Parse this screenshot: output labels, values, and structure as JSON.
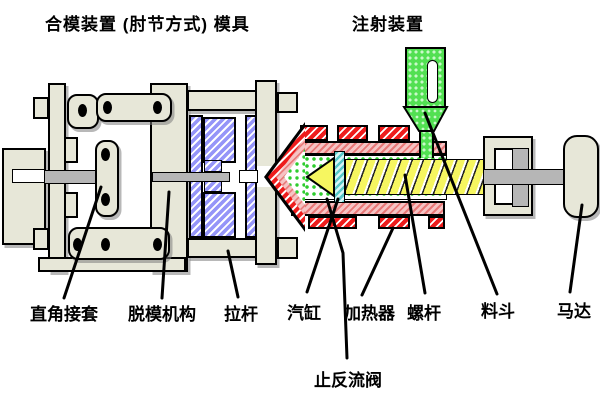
{
  "titles": {
    "clamping_unit": "合模装置 (肘节方式) 模具",
    "injection_unit": "注射装置"
  },
  "part_labels": {
    "angle_joint": "直角接套",
    "ejector_mechanism": "脱模机构",
    "tie_rod": "拉杆",
    "cylinder": "汽缸",
    "heater": "加热器",
    "screw": "螺杆",
    "hopper": "料斗",
    "motor": "马达",
    "check_valve": "止反流阀"
  },
  "colors": {
    "machine_body": "#e7e7d8",
    "mold_blue": "#9595f8",
    "heater_red": "#ee1c1c",
    "barrel_pink": "#f6c4c4",
    "melt_green": "#2ecc2e",
    "hopper_green": "#52e052",
    "screw_yellow": "#f6f660",
    "check_ring_cyan": "#58c8c8",
    "shaft_gray": "#b6b6b6",
    "outline": "#000000"
  }
}
